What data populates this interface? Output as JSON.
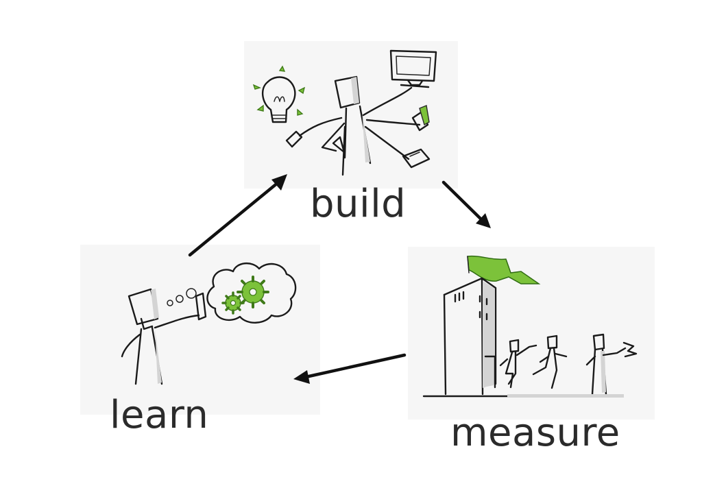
{
  "stages": {
    "build": {
      "label": "build"
    },
    "measure": {
      "label": "measure"
    },
    "learn": {
      "label": "learn"
    }
  },
  "colors": {
    "ink": "#1a1a1a",
    "accent_green": "#7cc23a",
    "panel_background": "#f6f6f6",
    "label_text": "#2b2b2b"
  },
  "icons": [
    "lightbulb-icon",
    "monitor-icon",
    "pencil-icon",
    "gear-icon",
    "flag-icon",
    "tower-icon",
    "thought-cloud-icon"
  ]
}
